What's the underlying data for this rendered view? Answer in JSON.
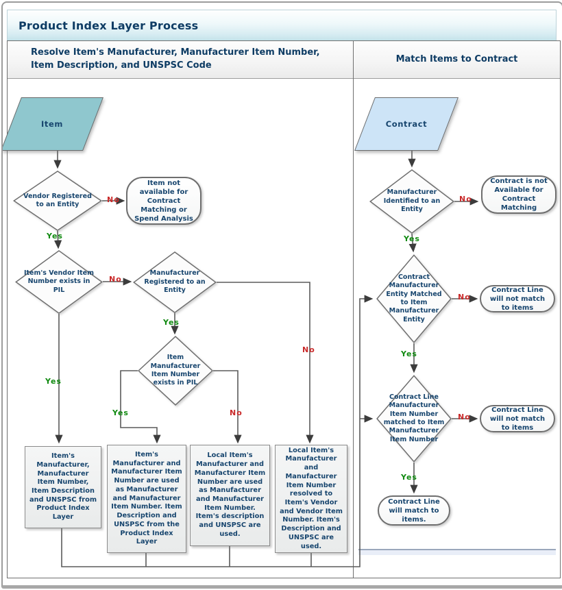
{
  "window": {
    "title": "Product Index Layer Process"
  },
  "sections": {
    "left": {
      "title": "Resolve Item's Manufacturer, Manufacturer Item Number, Item Description, and UNSPSC Code"
    },
    "right": {
      "title": "Match Items to Contract"
    }
  },
  "labels": {
    "yes": "Yes",
    "no": "No"
  },
  "flow_left": {
    "start": "Item",
    "d_vendor_registered": "Vendor Registered to an Entity",
    "t_not_available": "Item not available for Contract Matching or Spend Analysis",
    "d_vendor_item_number": "Item's Vendor Item Number exists in PIL",
    "d_mfr_registered": "Manufacturer Registered to an Entity",
    "d_mfr_item_number": "Item Manufacturer Item Number exists in PIL",
    "box_pil_resolved": "Item's Manufacturer, Manufacturer Item Number, Item Description and UNSPSC from Product Index Layer",
    "box_mfr_used": "Item's Manufacturer and Manufacturer Item Number are used as Manufacturer and Manufacturer Item Number. Item Description and UNSPSC from the Product Index Layer",
    "box_local_used": "Local Item's Manufacturer and Manufacturer Item Number are used as Manufacturer and Manufacturer Item Number. Item's description and UNSPSC are used.",
    "box_local_resolved": "Local Item's Manufacturer and Manufacturer Item Number resolved to Item's Vendor and Vendor Item Number. Item's Description and UNSPSC are used."
  },
  "flow_right": {
    "start": "Contract",
    "d_mfr_identified": "Manufacturer Identified to an Entity",
    "t_not_available": "Contract is not Available for Contract Matching",
    "d_entity_matched": "Contract Manufacturer Entity Matched to Item Manufacturer Entity",
    "t_no_match_1": "Contract Line will not match to items",
    "d_line_item_matched": "Contract Line Manufacturer Item Number matched to Item Manufacturer Item Number",
    "t_no_match_2": "Contract Line will not match to items",
    "t_match": "Contract Line will match to items."
  },
  "colors": {
    "heading_text": "#0e3c64",
    "node_text": "#17456e",
    "yes_green": "#118a11",
    "no_red": "#c92a2a",
    "item_fill": "#8fc7ce",
    "contract_fill": "#cde4f7"
  }
}
